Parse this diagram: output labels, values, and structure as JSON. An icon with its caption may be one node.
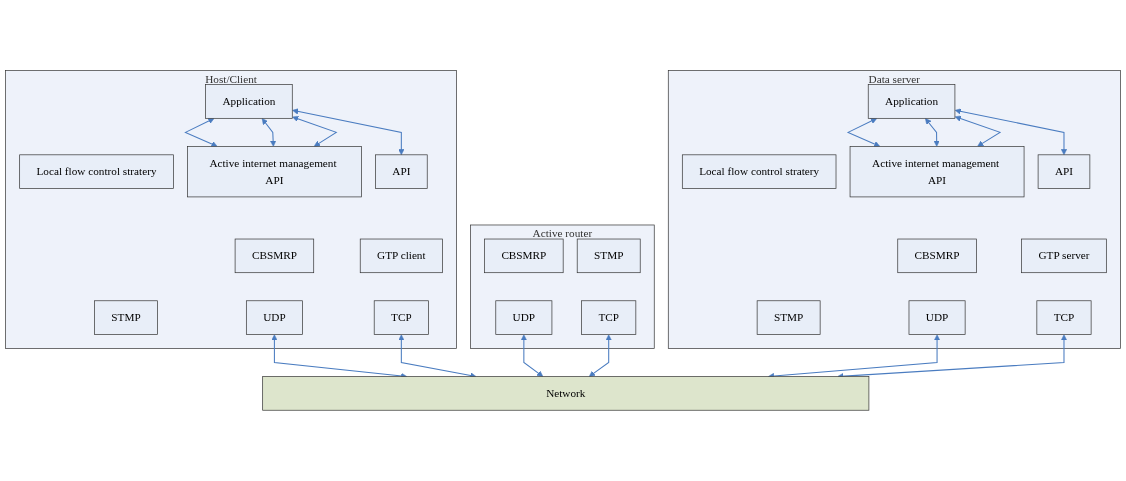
{
  "diagram": {
    "nodes": [
      {
        "text": [
          "Host/Client"
        ]
      },
      {
        "text": [
          "Application"
        ],
        "in": 0
      },
      {
        "text": [
          "Local flow control stratery"
        ],
        "in": 0
      },
      {
        "text": [
          "Active internet management API"
        ],
        "in": 0
      },
      {
        "text": [
          "API"
        ],
        "in": 0
      },
      {
        "text": [
          "CBSMRP"
        ],
        "in": 0
      },
      {
        "text": [
          "STMP"
        ],
        "in": 0
      },
      {
        "text": [
          "GTP client"
        ],
        "in": 0
      },
      {
        "text": [
          "UDP"
        ],
        "in": 0
      },
      {
        "text": [
          "TCP"
        ],
        "in": 0
      },
      {
        "text": [
          "Active router"
        ]
      },
      {
        "text": [
          "CBSMRP"
        ],
        "in": 10
      },
      {
        "text": [
          "STMP"
        ],
        "in": 10
      },
      {
        "text": [
          "UDP"
        ],
        "in": 10
      },
      {
        "text": [
          "TCP"
        ],
        "in": 10
      },
      {
        "text": [
          "Data server"
        ]
      },
      {
        "text": [
          "Application"
        ],
        "in": 15
      },
      {
        "text": [
          "Local flow control stratery"
        ],
        "in": 15
      },
      {
        "text": [
          "Active internet management API"
        ],
        "in": 15
      },
      {
        "text": [
          "API"
        ],
        "in": 15
      },
      {
        "text": [
          "CBSMRP"
        ],
        "in": 15
      },
      {
        "text": [
          "STMP"
        ],
        "in": 15
      },
      {
        "text": [
          "GTP server"
        ],
        "in": 15
      },
      {
        "text": [
          "UDP"
        ],
        "in": 15
      },
      {
        "text": [
          "TCP"
        ],
        "in": 15
      },
      {
        "text": [
          "Network"
        ]
      }
    ],
    "edges": [
      {
        "from": 1,
        "to": 3,
        "arrow": "both"
      },
      {
        "from": 1,
        "to": 3,
        "arrow": "both"
      },
      {
        "from": 1,
        "to": 3,
        "arrow": "both"
      },
      {
        "from": 1,
        "to": 4,
        "arrow": "both"
      },
      {
        "from": 16,
        "to": 18,
        "arrow": "both"
      },
      {
        "from": 16,
        "to": 18,
        "arrow": "both"
      },
      {
        "from": 16,
        "to": 18,
        "arrow": "both"
      },
      {
        "from": 16,
        "to": 19,
        "arrow": "both"
      },
      {
        "from": 8,
        "to": 25,
        "arrow": "both"
      },
      {
        "from": 9,
        "to": 25,
        "arrow": "both"
      },
      {
        "from": 13,
        "to": 25,
        "arrow": "both"
      },
      {
        "from": 14,
        "to": 25,
        "arrow": "both"
      },
      {
        "from": 23,
        "to": 25,
        "arrow": "both"
      },
      {
        "from": 24,
        "to": 25,
        "arrow": "both"
      }
    ]
  }
}
